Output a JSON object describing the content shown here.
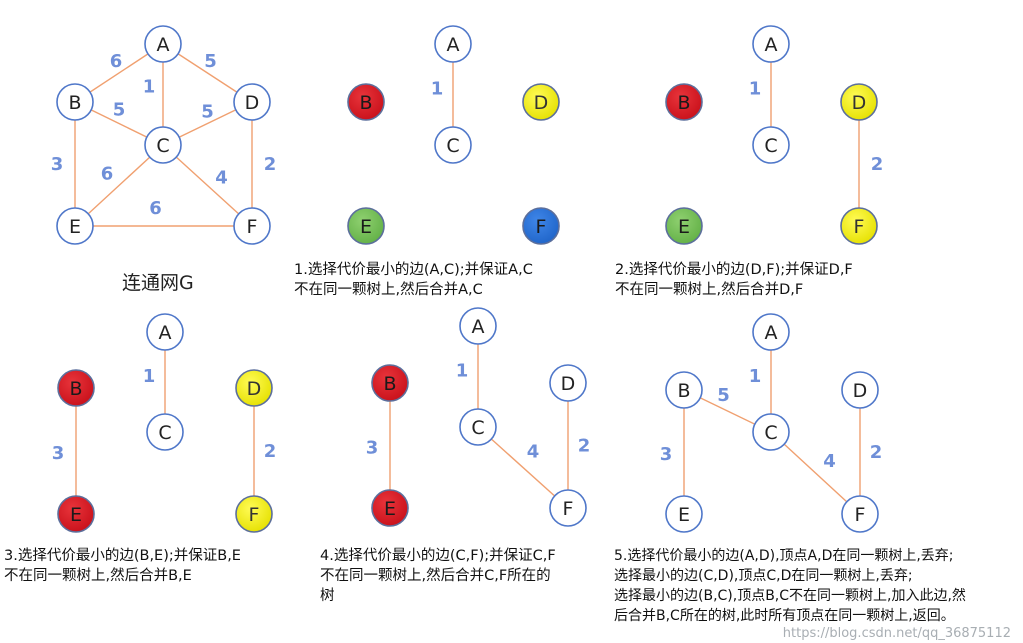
{
  "title": "连通网G",
  "colors": {
    "edge": "#f0a070",
    "label": "#6f8fd8",
    "node_stroke": "#4f77c9",
    "node_white": "#ffffff",
    "red": "#c8101a",
    "yellow": "#e5e000",
    "green": "#62b046",
    "blue": "#1f64c8"
  },
  "panels": [
    {
      "id": "graph",
      "nodes": [
        {
          "id": "A",
          "label": "A",
          "fill": "white"
        },
        {
          "id": "B",
          "label": "B",
          "fill": "white"
        },
        {
          "id": "C",
          "label": "C",
          "fill": "white"
        },
        {
          "id": "D",
          "label": "D",
          "fill": "white"
        },
        {
          "id": "E",
          "label": "E",
          "fill": "white"
        },
        {
          "id": "F",
          "label": "F",
          "fill": "white"
        }
      ],
      "edges": [
        {
          "from": "A",
          "to": "B",
          "weight": "6"
        },
        {
          "from": "A",
          "to": "D",
          "weight": "5"
        },
        {
          "from": "A",
          "to": "C",
          "weight": "1"
        },
        {
          "from": "B",
          "to": "C",
          "weight": "5"
        },
        {
          "from": "D",
          "to": "C",
          "weight": "5"
        },
        {
          "from": "B",
          "to": "E",
          "weight": "3"
        },
        {
          "from": "D",
          "to": "F",
          "weight": "2"
        },
        {
          "from": "C",
          "to": "E",
          "weight": "6"
        },
        {
          "from": "C",
          "to": "F",
          "weight": "4"
        },
        {
          "from": "E",
          "to": "F",
          "weight": "6"
        }
      ]
    },
    {
      "id": "step1",
      "caption": "1.选择代价最小的边(A,C);并保证A,C\n不在同一颗树上,然后合并A,C",
      "nodes": [
        {
          "id": "A",
          "label": "A",
          "fill": "white"
        },
        {
          "id": "B",
          "label": "B",
          "fill": "red"
        },
        {
          "id": "C",
          "label": "C",
          "fill": "white"
        },
        {
          "id": "D",
          "label": "D",
          "fill": "yellow"
        },
        {
          "id": "E",
          "label": "E",
          "fill": "green"
        },
        {
          "id": "F",
          "label": "F",
          "fill": "blue"
        }
      ],
      "edges": [
        {
          "from": "A",
          "to": "C",
          "weight": "1"
        }
      ]
    },
    {
      "id": "step2",
      "caption": "2.选择代价最小的边(D,F);并保证D,F\n不在同一颗树上,然后合并D,F",
      "nodes": [
        {
          "id": "A",
          "label": "A",
          "fill": "white"
        },
        {
          "id": "B",
          "label": "B",
          "fill": "red"
        },
        {
          "id": "C",
          "label": "C",
          "fill": "white"
        },
        {
          "id": "D",
          "label": "D",
          "fill": "yellow"
        },
        {
          "id": "E",
          "label": "E",
          "fill": "green"
        },
        {
          "id": "F",
          "label": "F",
          "fill": "yellow"
        }
      ],
      "edges": [
        {
          "from": "A",
          "to": "C",
          "weight": "1"
        },
        {
          "from": "D",
          "to": "F",
          "weight": "2"
        }
      ]
    },
    {
      "id": "step3",
      "caption": "3.选择代价最小的边(B,E);并保证B,E\n不在同一颗树上,然后合并B,E",
      "nodes": [
        {
          "id": "A",
          "label": "A",
          "fill": "white"
        },
        {
          "id": "B",
          "label": "B",
          "fill": "red"
        },
        {
          "id": "C",
          "label": "C",
          "fill": "white"
        },
        {
          "id": "D",
          "label": "D",
          "fill": "yellow"
        },
        {
          "id": "E",
          "label": "E",
          "fill": "red"
        },
        {
          "id": "F",
          "label": "F",
          "fill": "yellow"
        }
      ],
      "edges": [
        {
          "from": "A",
          "to": "C",
          "weight": "1"
        },
        {
          "from": "B",
          "to": "E",
          "weight": "3"
        },
        {
          "from": "D",
          "to": "F",
          "weight": "2"
        }
      ]
    },
    {
      "id": "step4",
      "caption": "4.选择代价最小的边(C,F);并保证C,F\n不在同一颗树上,然后合并C,F所在的\n树",
      "nodes": [
        {
          "id": "A",
          "label": "A",
          "fill": "white"
        },
        {
          "id": "B",
          "label": "B",
          "fill": "red"
        },
        {
          "id": "C",
          "label": "C",
          "fill": "white"
        },
        {
          "id": "D",
          "label": "D",
          "fill": "white"
        },
        {
          "id": "E",
          "label": "E",
          "fill": "red"
        },
        {
          "id": "F",
          "label": "F",
          "fill": "white"
        }
      ],
      "edges": [
        {
          "from": "A",
          "to": "C",
          "weight": "1"
        },
        {
          "from": "B",
          "to": "E",
          "weight": "3"
        },
        {
          "from": "C",
          "to": "F",
          "weight": "4"
        },
        {
          "from": "D",
          "to": "F",
          "weight": "2"
        }
      ]
    },
    {
      "id": "step5",
      "caption": "5.选择代价最小的边(A,D),顶点A,D在同一颗树上,丢弃;\n选择最小的边(C,D),顶点C,D在同一颗树上,丢弃;\n选择最小的边(B,C),顶点B,C不在同一颗树上,加入此边,然\n后合并B,C所在的树,此时所有顶点在同一颗树上,返回。",
      "nodes": [
        {
          "id": "A",
          "label": "A",
          "fill": "white"
        },
        {
          "id": "B",
          "label": "B",
          "fill": "white"
        },
        {
          "id": "C",
          "label": "C",
          "fill": "white"
        },
        {
          "id": "D",
          "label": "D",
          "fill": "white"
        },
        {
          "id": "E",
          "label": "E",
          "fill": "white"
        },
        {
          "id": "F",
          "label": "F",
          "fill": "white"
        }
      ],
      "edges": [
        {
          "from": "A",
          "to": "C",
          "weight": "1"
        },
        {
          "from": "B",
          "to": "C",
          "weight": "5"
        },
        {
          "from": "B",
          "to": "E",
          "weight": "3"
        },
        {
          "from": "C",
          "to": "F",
          "weight": "4"
        },
        {
          "from": "D",
          "to": "F",
          "weight": "2"
        }
      ]
    }
  ],
  "watermark": "https://blog.csdn.net/qq_36875112"
}
